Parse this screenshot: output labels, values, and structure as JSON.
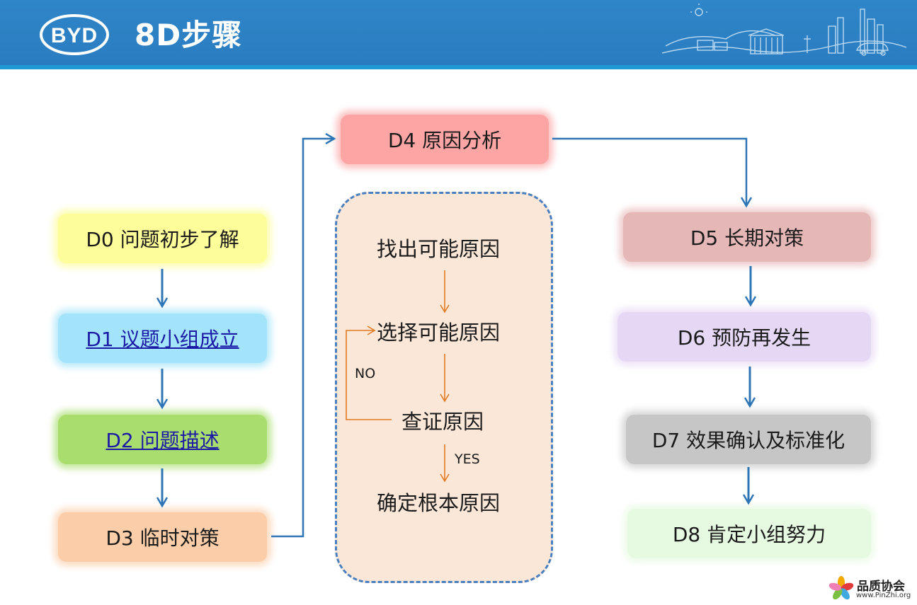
{
  "header": {
    "logo_text": "BYD",
    "title": "8D步骤"
  },
  "left_column": [
    {
      "id": "d0",
      "label": "D0 问题初步了解",
      "link": false,
      "color": "#fdfd9a"
    },
    {
      "id": "d1",
      "label": "D1 议题小组成立",
      "link": true,
      "color": "#a4e4fb"
    },
    {
      "id": "d2",
      "label": "D2 问题描述",
      "link": true,
      "color": "#a9dd6d"
    },
    {
      "id": "d3",
      "label": "D3 临时对策",
      "link": false,
      "color": "#fbcda8"
    }
  ],
  "middle": {
    "d4": {
      "label": "D4 原因分析",
      "color": "#fda5a5"
    },
    "steps": [
      "找出可能原因",
      "选择可能原因",
      "查证原因",
      "确定根本原因"
    ],
    "no_label": "NO",
    "yes_label": "YES"
  },
  "right_column": [
    {
      "id": "d5",
      "label": "D5 长期对策",
      "color": "#e6b7b7"
    },
    {
      "id": "d6",
      "label": "D6 预防再发生",
      "color": "#e5d8f5"
    },
    {
      "id": "d7",
      "label": "D7 效果确认及标准化",
      "color": "#c6c6c6"
    },
    {
      "id": "d8",
      "label": "D8 肯定小组努力",
      "color": "#e5fae0"
    }
  ],
  "watermark": {
    "title": "品质协会",
    "url": "www.PinZhi.org"
  },
  "colors": {
    "header_blue": "#2f86c8",
    "arrow_blue": "#2e75b6",
    "arrow_orange": "#e07b22",
    "dashed_border": "#4a7fc0"
  }
}
